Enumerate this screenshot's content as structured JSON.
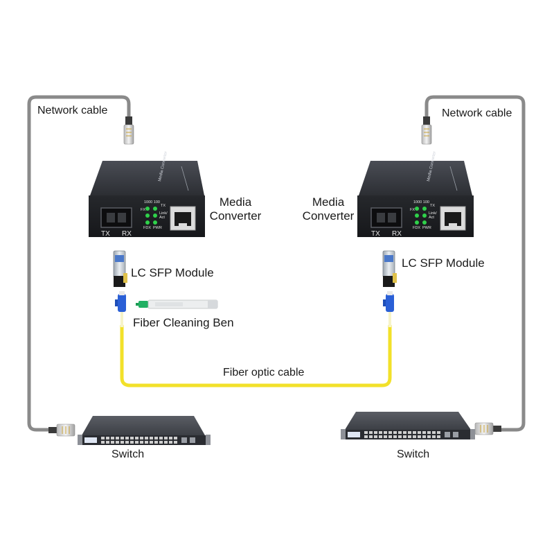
{
  "labels": {
    "network_cable_left": "Network cable",
    "network_cable_right": "Network cable",
    "media_converter_left": [
      "Media",
      "Converter"
    ],
    "media_converter_right": [
      "Media",
      "Converter"
    ],
    "sfp_module_left": "LC SFP Module",
    "sfp_module_right": "LC SFP Module",
    "fiber_cleaning": "Fiber Cleaning Ben",
    "fiber_optic_cable": "Fiber optic cable",
    "switch_left": "Switch",
    "switch_right": "Switch"
  },
  "converter_panel": {
    "speed_header": "1000 100",
    "led_fx": "FX",
    "led_tx": "TX",
    "led_link": "Link/",
    "led_act": "Act",
    "led_fdx": "FDX",
    "led_pwr": "PWR",
    "port_tx": "TX",
    "port_rx": "RX",
    "top_brand": "Media Converter"
  },
  "colors": {
    "fiber_yellow": "#f2e12a",
    "cable_gray": "#8a8a8a",
    "device_black": "#2b2d31",
    "led_green": "#2fd14a",
    "lc_blue": "#2a5fd6"
  }
}
